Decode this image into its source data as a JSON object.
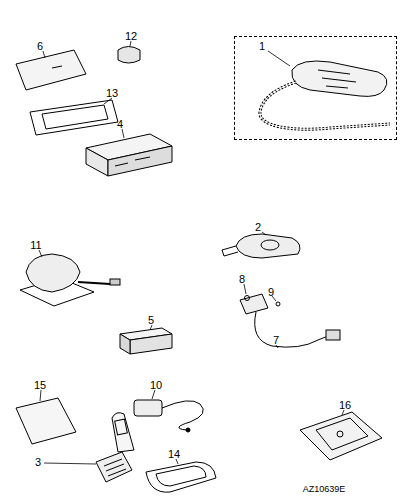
{
  "diagram": {
    "nodes": [
      {
        "text": [
          "1"
        ]
      }
    ],
    "labels": [
      "6",
      "12",
      "13",
      "4",
      "2",
      "11",
      "8",
      "9",
      "5",
      "7",
      "15",
      "10",
      "16",
      "3",
      "14",
      "AZ10639E"
    ]
  }
}
